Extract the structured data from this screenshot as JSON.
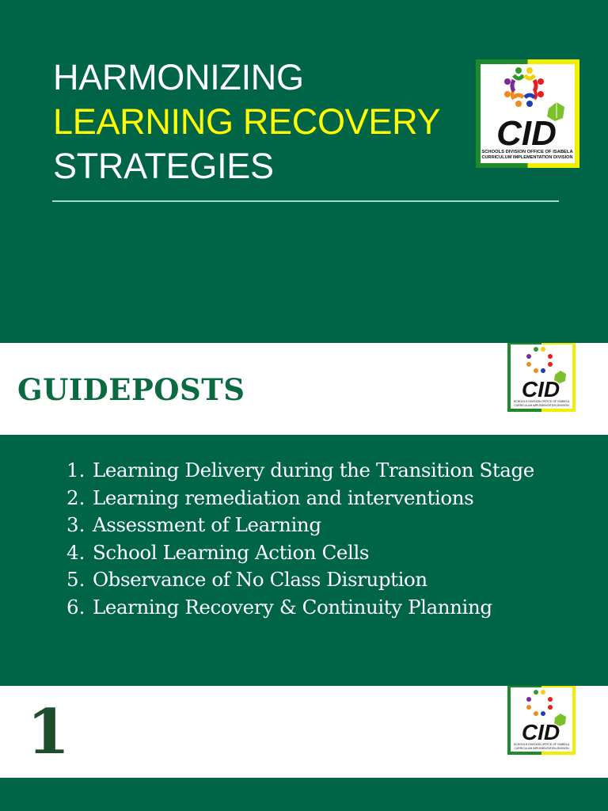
{
  "colors": {
    "background_green": "#006446",
    "title_white": "#ffffff",
    "title_yellow": "#ffff00",
    "heading_green": "#0a6a40",
    "number_dark_green": "#1e4d2b",
    "divider": "#a8d8c4"
  },
  "title_slide": {
    "line1": "HARMONIZING",
    "line2": "LEARNING RECOVERY",
    "line3": "STRATEGIES"
  },
  "logo": {
    "text": "CID",
    "caption_line1": "SCHOOLS DIVISION OFFICE OF ISABELA",
    "caption_line2": "CURRICULUM IMPLEMENTATION DIVISION"
  },
  "guideposts": {
    "heading": "GUIDEPOSTS",
    "items": [
      {
        "num": "1.",
        "text": "Learning Delivery during the Transition Stage"
      },
      {
        "num": "2.",
        "text": "Learning remediation and interventions"
      },
      {
        "num": "3.",
        "text": "Assessment of Learning"
      },
      {
        "num": "4.",
        "text": "School Learning Action Cells"
      },
      {
        "num": "5.",
        "text": "Observance of No Class Disruption"
      },
      {
        "num": "6.",
        "text": "Learning Recovery & Continuity Planning"
      }
    ]
  },
  "next_slide": {
    "number": "1"
  }
}
